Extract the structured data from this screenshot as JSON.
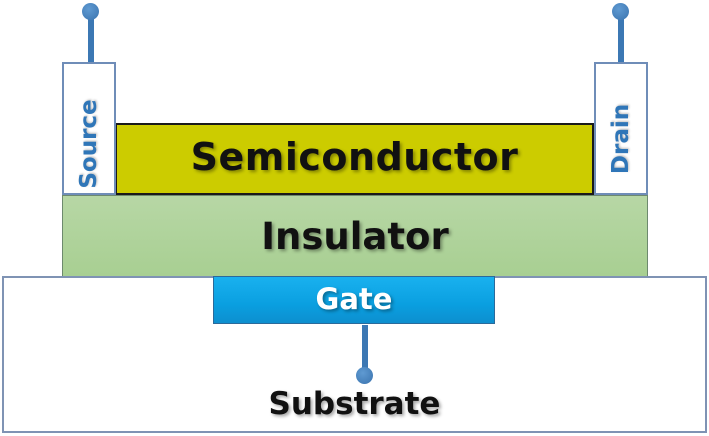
{
  "diagram": {
    "title": "Thin-film transistor layer structure",
    "layers": {
      "semiconductor": {
        "label": "Semiconductor",
        "color": "#cccc00"
      },
      "insulator": {
        "label": "Insulator",
        "color": "#b0d39b"
      },
      "gate": {
        "label": "Gate",
        "color": "#13a8ea"
      },
      "substrate": {
        "label": "Substrate",
        "color": "#ffffff"
      }
    },
    "contacts": {
      "source": {
        "label": "Source",
        "text_color": "#2f76b8"
      },
      "drain": {
        "label": "Drain",
        "text_color": "#2f76b8"
      }
    },
    "terminals": [
      "source-terminal",
      "drain-terminal",
      "gate-terminal"
    ],
    "terminal_color": "#3c78b4"
  }
}
